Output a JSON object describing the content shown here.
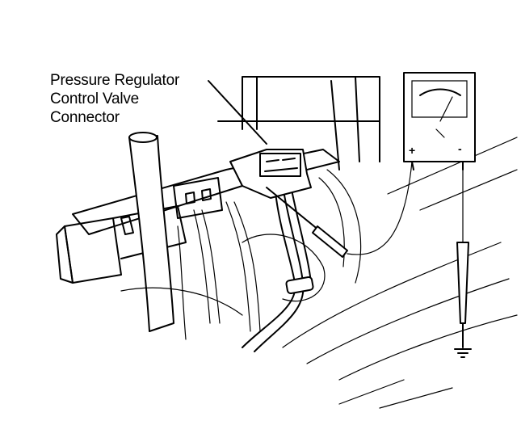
{
  "callout": {
    "lines": [
      "Pressure Regulator",
      "Control Valve",
      "Connector"
    ]
  },
  "meter": {
    "positive_label": "+",
    "negative_label": "-"
  }
}
